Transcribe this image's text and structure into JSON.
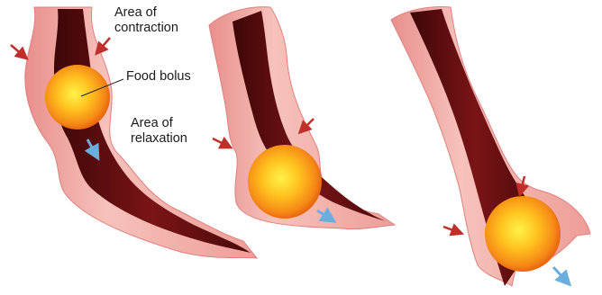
{
  "labels": {
    "contraction": [
      "Area of",
      "contraction"
    ],
    "bolus": "Food bolus",
    "relaxation": [
      "Area of",
      "relaxation"
    ]
  },
  "stages": [
    {
      "stage": 1,
      "bolus_position": "upper"
    },
    {
      "stage": 2,
      "bolus_position": "middle"
    },
    {
      "stage": 3,
      "bolus_position": "lower"
    }
  ],
  "colors": {
    "wall_outer": "#f0a5a0",
    "wall_inner": "#f7d3cc",
    "wall_edge": "#e07f7c",
    "lumen": "#5a0d0f",
    "lumen_mid": "#7b1416",
    "bolus_core": "#fff24a",
    "bolus_mid": "#ffb51f",
    "bolus_edge": "#f07a14",
    "contraction_arrow": "#c0302b",
    "motion_arrow": "#6aaee0"
  },
  "icons": [
    "contraction-arrow-icon",
    "bolus-motion-arrow-icon"
  ]
}
